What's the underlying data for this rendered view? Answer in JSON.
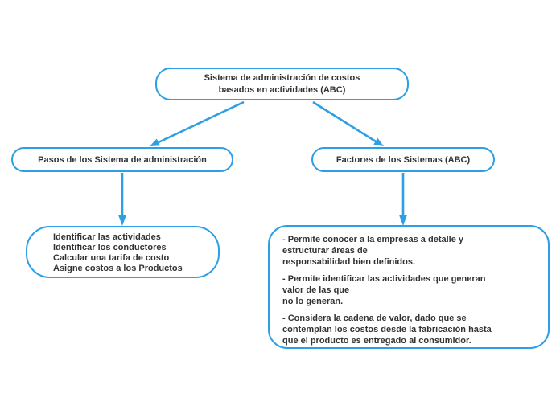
{
  "diagram": {
    "accent_color": "#2d9fe4",
    "text_color": "#333333",
    "background_color": "#ffffff",
    "nodes": {
      "root": {
        "lines": [
          "Sistema de administración de costos",
          "basados en actividades (ABC)"
        ]
      },
      "steps": {
        "label": "Pasos de los Sistema de administración"
      },
      "factors": {
        "label": "Factores de los Sistemas (ABC)"
      },
      "steps_detail": {
        "lines": [
          "Identificar las actividades",
          "Identificar los conductores",
          "Calcular una tarifa de costo",
          "Asigne costos a los Productos"
        ]
      },
      "factors_detail": {
        "paragraphs": [
          [
            "- Permite conocer a la empresas a detalle y",
            "estructurar áreas de",
            "responsabilidad bien definidos."
          ],
          [
            "- Permite identificar las actividades que generan",
            "valor de las que",
            "no lo generan."
          ],
          [
            "- Considera la cadena de valor, dado que se",
            "contemplan los costos desde la fabricación hasta",
            "que el producto es entregado al consumidor."
          ]
        ]
      }
    }
  }
}
